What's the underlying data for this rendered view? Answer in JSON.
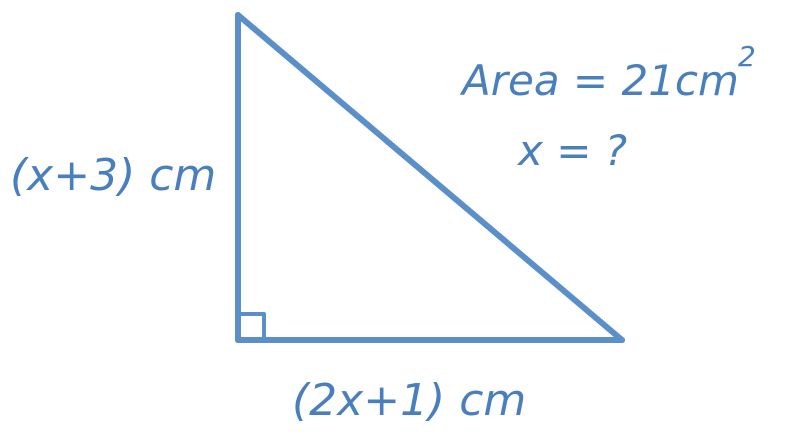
{
  "labels": {
    "side_vertical": "(x+3) cm",
    "side_horizontal": "(2x+1) cm",
    "area_text": "Area = 21cm",
    "area_exponent": "2",
    "unknown": "x = ?"
  },
  "colors": {
    "stroke": "#5b8fc9",
    "text": "#4a7fbe",
    "background": "#ffffff"
  }
}
